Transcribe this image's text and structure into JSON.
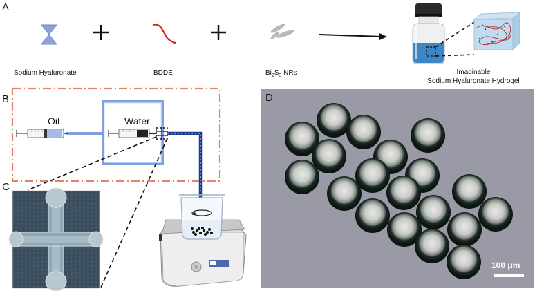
{
  "panels": {
    "a": "A",
    "b": "B",
    "c": "C",
    "d": "D"
  },
  "panel_a": {
    "sodium_hyaluronate": "Sodium Hyaluronate",
    "bdde": "BDDE",
    "nrs_prefix": "Bi",
    "nrs_sub1": "2",
    "nrs_mid": "S",
    "nrs_sub2": "3",
    "nrs_suffix": " NRs",
    "hydrogel_line1": "Imaginable",
    "hydrogel_line2": "Sodium Hyaluronate Hydrogel"
  },
  "panel_b": {
    "oil": "Oil",
    "water": "Water"
  },
  "panel_d": {
    "scale_bar": "100 μm"
  },
  "colors": {
    "dashed_box": "#e0846a",
    "blue_tube": "#7f9fe0",
    "dark_tube": "#1e3c8c",
    "bdde_red": "#d62020",
    "micro_background": "#9a9aa6"
  }
}
